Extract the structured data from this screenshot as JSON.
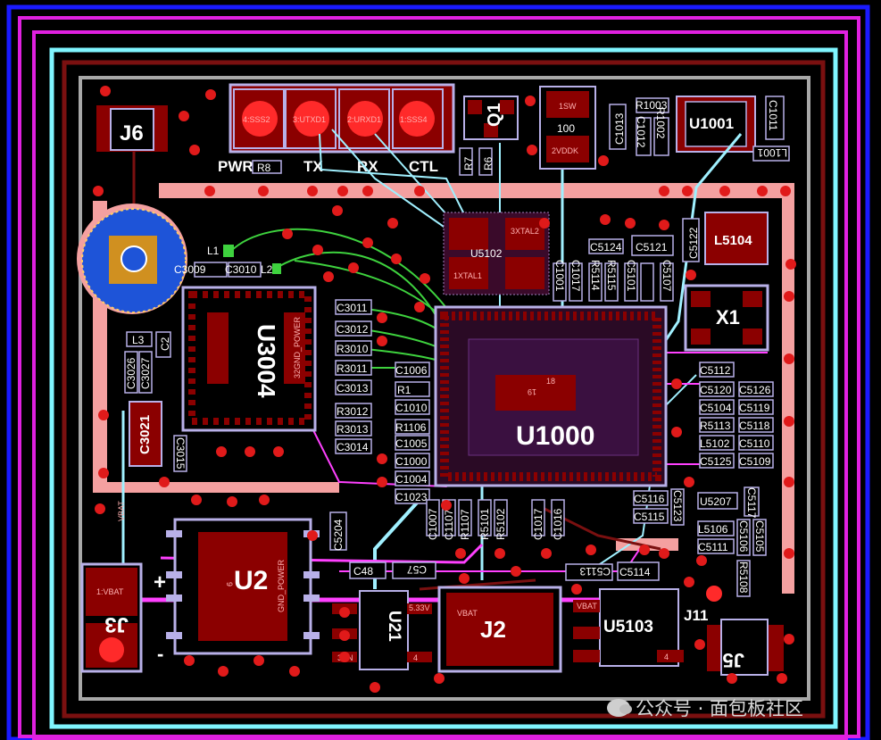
{
  "board": {
    "colors": {
      "background": "#000000",
      "outline_outer": "#1a1aff",
      "outline_magenta": "#e020e0",
      "outline_cyan": "#7ff5ff",
      "outline_dark_red": "#7a1010",
      "outline_gray": "#a8a8a8",
      "copper": "#8b0000",
      "pad": "#ff2a2a",
      "silk": "#ffffff",
      "plane_pink": "#f4a0a0",
      "trace_cyan": "#a0f0ff",
      "trace_green": "#3ed23e",
      "trace_magenta": "#ff40ff",
      "trace_blue": "#2050ff",
      "outline_lavender": "#b8b0e8"
    }
  },
  "silkscreen": {
    "leds": {
      "pwr": "PWR",
      "tx": "TX",
      "rx": "RX",
      "ctl": "CTL"
    },
    "led_pads": [
      "4:SSS2",
      "3:UTXD1",
      "2:URXD1",
      "1:SSS4"
    ],
    "r8": "R8",
    "q1": "Q1",
    "r7": "R7",
    "r6": "R6",
    "j6": "J6",
    "c1013": "C1013",
    "r1003": "R1003",
    "r1002": "R1002",
    "c1012": "C1012",
    "u1001": "U1001",
    "c1011": "C1011",
    "l1001": "L1001",
    "sw": "1SW",
    "r100": "100",
    "vddk": "2VDDK",
    "u5102": "U5102",
    "xtal2": "3XTAL2",
    "xtal1": "1XTAL1",
    "c5124": "C5124",
    "c5121": "C5121",
    "c5122": "C5122",
    "l5104": "L5104",
    "x1": "X1",
    "l1": "L1",
    "c3009": "C3009",
    "c3010": "C3010",
    "l2": "L2",
    "u3004": "U3004",
    "gnd_power_pad": "32GND_POWER",
    "c3011": "C3011",
    "c3012": "C3012",
    "r3010": "R3010",
    "r3011": "R3011",
    "c3013": "C3013",
    "r3012": "R3012",
    "r3013": "R3013",
    "c3014": "C3014",
    "l3": "L3",
    "c2": "C2",
    "c3026": "C3026",
    "c3027": "C3027",
    "c3021": "C3021",
    "c3015": "C3015",
    "c1006": "C1006",
    "r1": "R1",
    "c1010": "C1010",
    "r1106": "R1106",
    "c1005": "C1005",
    "c1000": "C1000",
    "c1004": "C1004",
    "c1023": "C1023",
    "u1000": "U1000",
    "u18": "18",
    "u19": "19",
    "c5112": "C5112",
    "c5120": "C5120",
    "c5126": "C5126",
    "c5104": "C5104",
    "c5119": "C5119",
    "r5113": "R5113",
    "c5118": "C5118",
    "l5102": "L5102",
    "c5110": "C5110",
    "c5125": "C5125",
    "c5109": "C5109",
    "c5116": "C5116",
    "c5123": "C5123",
    "c5115": "C5115",
    "u5207": "U5207",
    "c5117": "C5117",
    "l5106": "L5106",
    "c5111": "C5111",
    "c5106": "C5106",
    "c5105": "C5105",
    "r5108": "R5108",
    "c5113": "C5113",
    "c5114": "C5114",
    "u5103": "U5103",
    "j11": "J11",
    "j5": "J5",
    "u2": "U2",
    "u2_pad": "9",
    "gnd_power_u2": "GND_POWER",
    "c5204": "C5204",
    "c48": "C48",
    "c57": "C57",
    "u21": "U21",
    "en": "3EN",
    "v333": "5.33V",
    "j2": "J2",
    "vbat_j2": "VBAT",
    "vbat_u5103": "VBAT",
    "pin4a": "4",
    "pin4b": "4",
    "j3": "J3",
    "j3_pad": "1:VBAT",
    "vbat_net": "VBAT",
    "plus": "+",
    "minus": "-",
    "bottom_row": [
      "C1007",
      "C1107",
      "R1107",
      "R5101",
      "R5102",
      "C1017",
      "C1016"
    ],
    "mid_row": [
      "C1001",
      "C1017",
      "R5114",
      "R5115",
      "C5101",
      "C5107"
    ]
  },
  "watermark": {
    "text": "公众号 · 面包板社区"
  }
}
